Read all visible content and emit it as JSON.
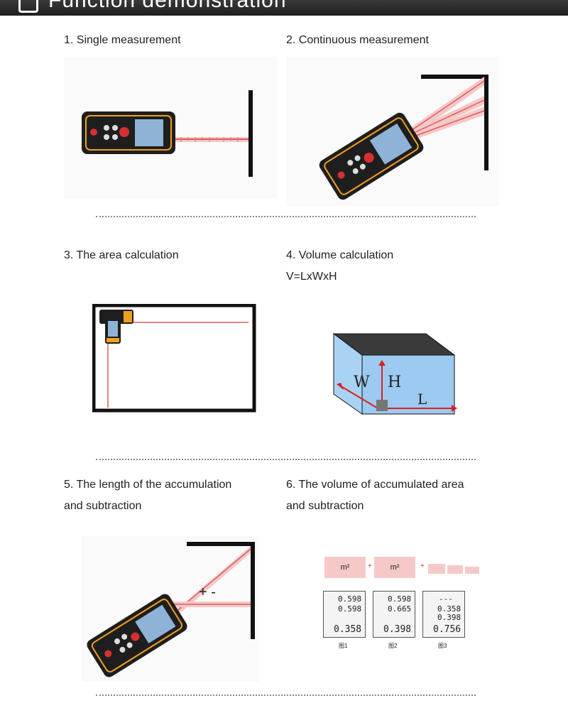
{
  "header": {
    "title": "Function demonstration",
    "icon": "gear-badge-icon"
  },
  "sections": [
    {
      "title": "1. Single measurement"
    },
    {
      "title": "2. Continuous measurement"
    },
    {
      "title": "3. The area calculation"
    },
    {
      "title": "4. Volume calculation",
      "subtitle": "V=LxWxH",
      "labels": {
        "w": "W",
        "h": "H",
        "l": "L"
      }
    },
    {
      "title_line1": "5. The length of the accumulation",
      "title_line2": "and subtraction",
      "label": "+ -"
    },
    {
      "title_line1": "6. The volume of accumulated area",
      "title_line2": "and subtraction",
      "unit": "m²",
      "plus": "+",
      "screens": [
        {
          "r1": "0.598",
          "r2": "0.598",
          "r3": "0.358",
          "caption": "图1"
        },
        {
          "r1": "0.598",
          "r2": "0.665",
          "r3": "0.398",
          "caption": "图2"
        },
        {
          "r1": "---",
          "r2": "0.358",
          "r2b": "0.398",
          "r3": "0.756",
          "caption": "图3"
        }
      ]
    }
  ],
  "colors": {
    "laser": "#e05a5a",
    "device": "#1e1e1e",
    "accent": "#f0a020",
    "screen": "#8fb3d6",
    "box": "#9ccaf0"
  }
}
